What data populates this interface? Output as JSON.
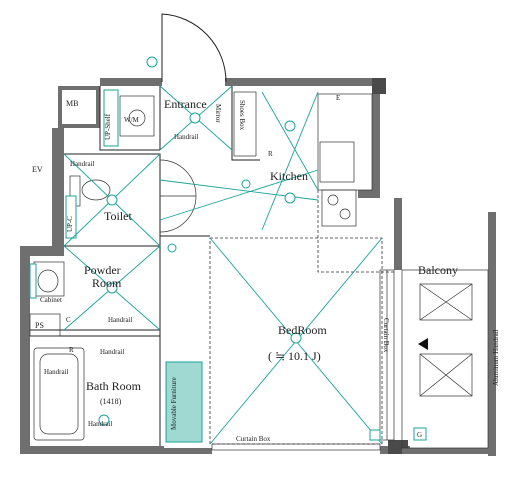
{
  "colors": {
    "wall": "#6f6f6f",
    "electrical": "#1aa39a",
    "furniture_fill": "#9fd9d2"
  },
  "labels": {
    "mb": "MB",
    "ev": "EV",
    "ps": "PS",
    "entrance": "Entrance",
    "wm": "W/M",
    "ups": "UP-Shelf",
    "mirror": "Mirror",
    "shoes_box": "Shoes Box",
    "handrail": "Handrail",
    "toilet": "Toilet",
    "uc": "UP-C",
    "kitchen": "Kitchen",
    "powder_room_line1": "Powder",
    "powder_room_line2": "Room",
    "cabinet": "Cabinet",
    "bedroom": "BedRoom",
    "bedroom_size": "( ≒ 10.1 J)",
    "curtain_box_right": "Curtain Box",
    "curtain_box_bottom": "Curtain Box",
    "balcony": "Balcony",
    "aluminum_handrail": "Aluminum Handrail",
    "bath_room": "Bath Room",
    "bath_size": "(1418)",
    "movable_furniture": "Movable Furniture",
    "symbol_r": "R",
    "symbol_c": "C",
    "symbol_g": "G",
    "symbol_e": "E"
  }
}
